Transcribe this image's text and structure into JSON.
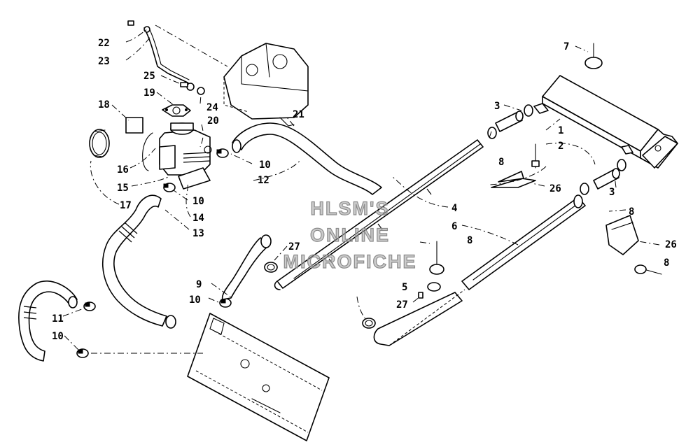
{
  "watermark": {
    "line1": "HLSM'S",
    "line2": "ONLINE",
    "line3": "MICROFICHE"
  },
  "callouts": {
    "c1": "1",
    "c2": "2",
    "c3a": "3",
    "c3b": "3",
    "c4": "4",
    "c5": "5",
    "c6": "6",
    "c7": "7",
    "c8a": "8",
    "c8b": "8",
    "c8c": "8",
    "c8d": "8",
    "c9": "9",
    "c10a": "10",
    "c10b": "10",
    "c10c": "10",
    "c10d": "10",
    "c11": "11",
    "c12": "12",
    "c13": "13",
    "c14": "14",
    "c15": "15",
    "c16": "16",
    "c17": "17",
    "c18": "18",
    "c19": "19",
    "c20": "20",
    "c21": "21",
    "c22": "22",
    "c23": "23",
    "c24": "24",
    "c25": "25",
    "c26a": "26",
    "c26b": "26",
    "c27a": "27",
    "c27b": "27"
  },
  "colors": {
    "line": "#000000",
    "background": "#ffffff",
    "watermark": "#8c8c8c"
  }
}
